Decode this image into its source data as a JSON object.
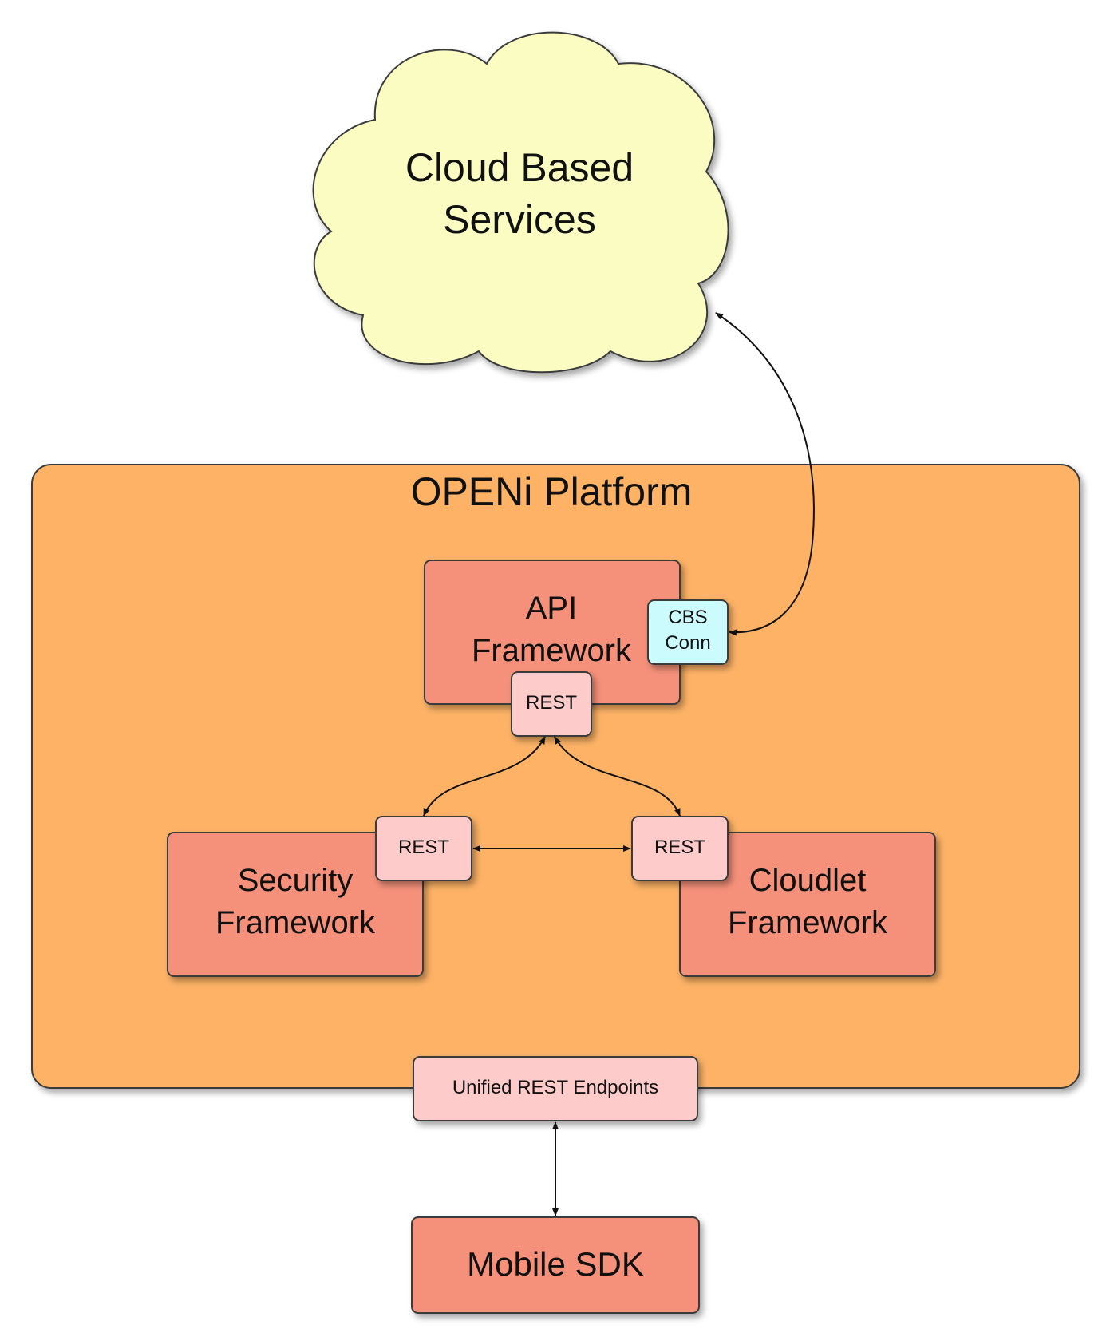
{
  "colors": {
    "cloud_fill": "#fafcc2",
    "platform_fill": "#fdb266",
    "framework_fill": "#f5917a",
    "rest_fill": "#fdcbca",
    "cbs_fill": "#cbfbfd",
    "stroke": "#3a3a3a"
  },
  "cloud": {
    "line1": "Cloud Based",
    "line2": "Services"
  },
  "platform": {
    "title": "OPENi Platform"
  },
  "api_framework": {
    "line1": "API",
    "line2": "Framework",
    "rest": "REST",
    "cbs_line1": "CBS",
    "cbs_line2": "Conn"
  },
  "security_framework": {
    "line1": "Security",
    "line2": "Framework",
    "rest": "REST"
  },
  "cloudlet_framework": {
    "line1": "Cloudlet",
    "line2": "Framework",
    "rest": "REST"
  },
  "unified_endpoints": {
    "label": "Unified REST Endpoints"
  },
  "mobile_sdk": {
    "label": "Mobile SDK"
  }
}
